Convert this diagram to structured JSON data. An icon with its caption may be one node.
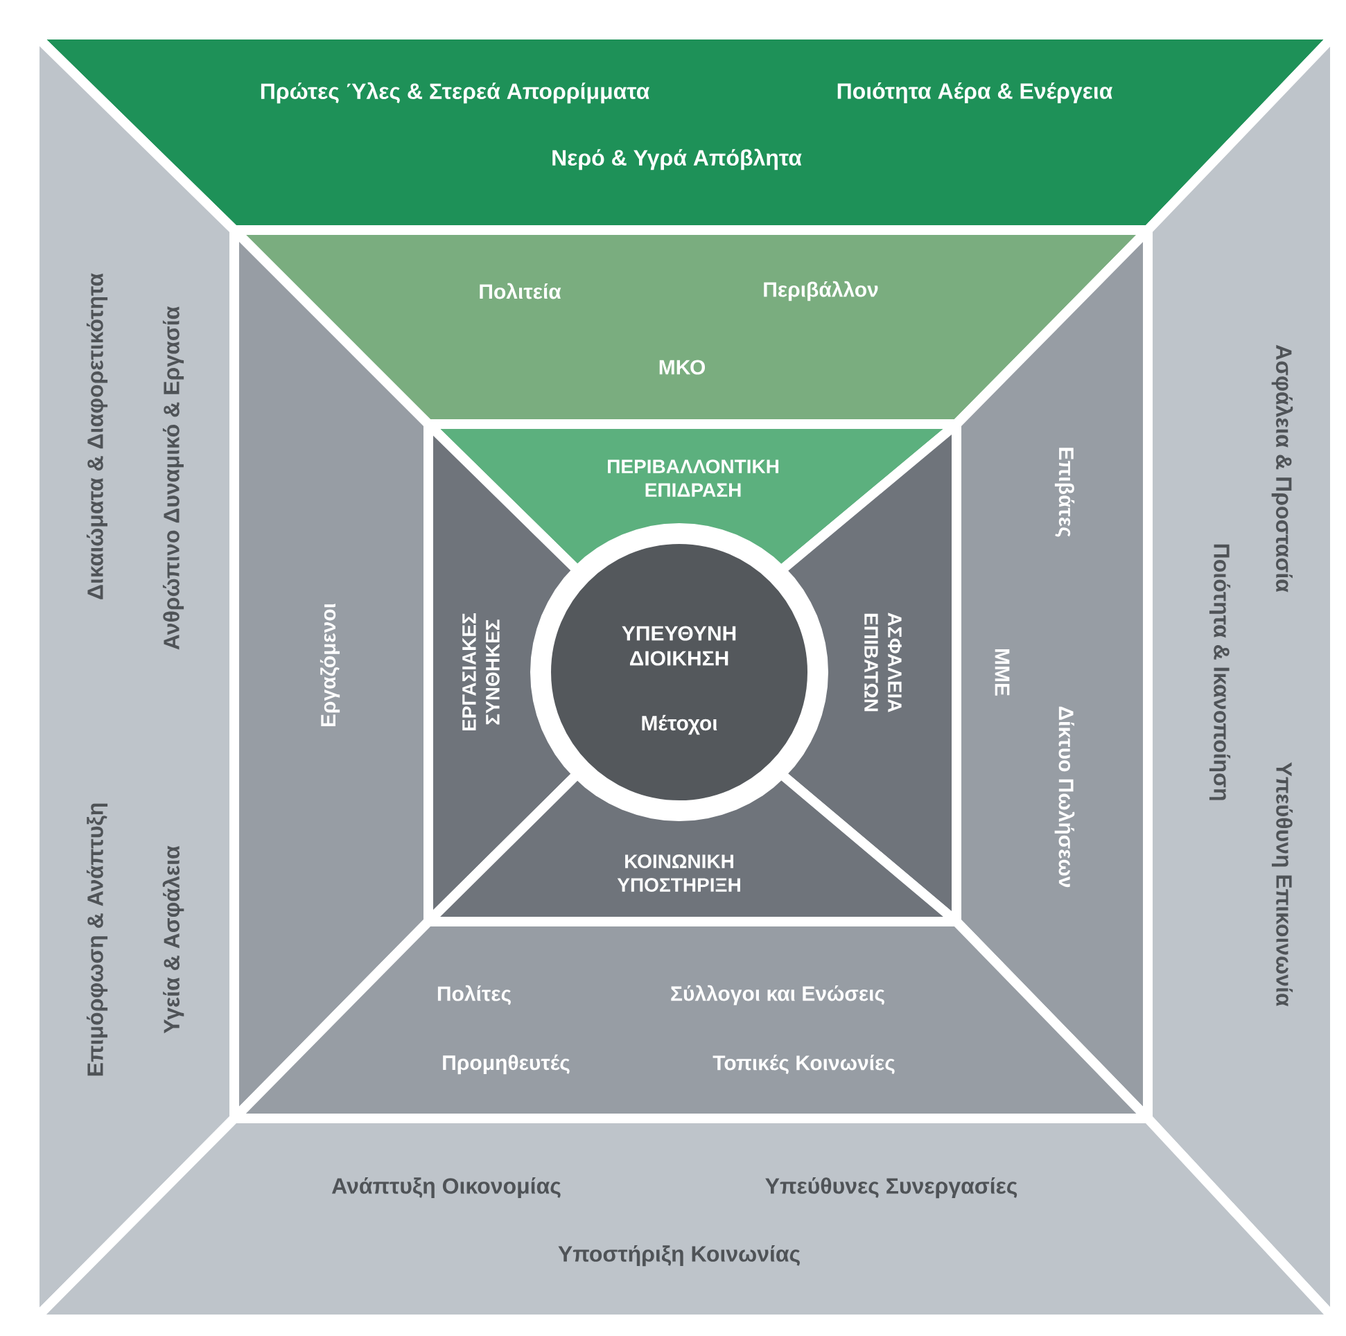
{
  "diagram": {
    "nodes": [
      {
        "text": [
          "Πρώτες Ύλες & Στερεά Απορρίμματα",
          "Ποιότητα Αέρα & Ενέργεια",
          "Νερό & Υγρά Απόβλητα"
        ]
      },
      {
        "text": [
          "Δικαιώματα & Διαφορετικότητα",
          "Ανθρώπινο Δυναμικό & Εργασία",
          "Επιμόρφωση & Ανάπτυξη",
          "Υγεία & Ασφάλεια"
        ]
      },
      {
        "text": [
          "Ασφάλεια & Προστασία",
          "Ποιότητα & Ικανοποίηση",
          "Υπεύθυνη Επικοινωνία"
        ]
      },
      {
        "text": [
          "Ανάπτυξη Οικονομίας",
          "Υπεύθυνες Συνεργασίες",
          "Υποστήριξη Κοινωνίας"
        ]
      },
      {
        "text": [
          "Πολιτεία",
          "Περιβάλλον",
          "ΜΚΟ"
        ]
      },
      {
        "text": [
          "Εργαζόμενοι"
        ]
      },
      {
        "text": [
          "Επιβάτες",
          "ΜΜΕ",
          "Δίκτυο Πωλήσεων"
        ]
      },
      {
        "text": [
          "Πολίτες",
          "Σύλλογοι και Ενώσεις",
          "Προμηθευτές",
          "Τοπικές Κοινωνίες"
        ]
      },
      {
        "text": [
          "ΠΕΡΙΒΑΛΛΟΝΤΙΚΗ ΕΠΙΔΡΑΣΗ"
        ]
      },
      {
        "text": [
          "ΕΡΓΑΣΙΑΚΕΣ ΣΥΝΘΗΚΕΣ"
        ]
      },
      {
        "text": [
          "ΑΣΦΑΛΕΙΑ ΕΠΙΒΑΤΩΝ"
        ]
      },
      {
        "text": [
          "ΚΟΙΝΩΝΙΚΗ ΥΠΟΣΤΗΡΙΞΗ"
        ]
      },
      {
        "text": [
          "ΥΠΕΥΘΥΝΗ ΔΙΟΙΚΗΣΗ",
          "Μέτοχοι"
        ]
      }
    ]
  }
}
